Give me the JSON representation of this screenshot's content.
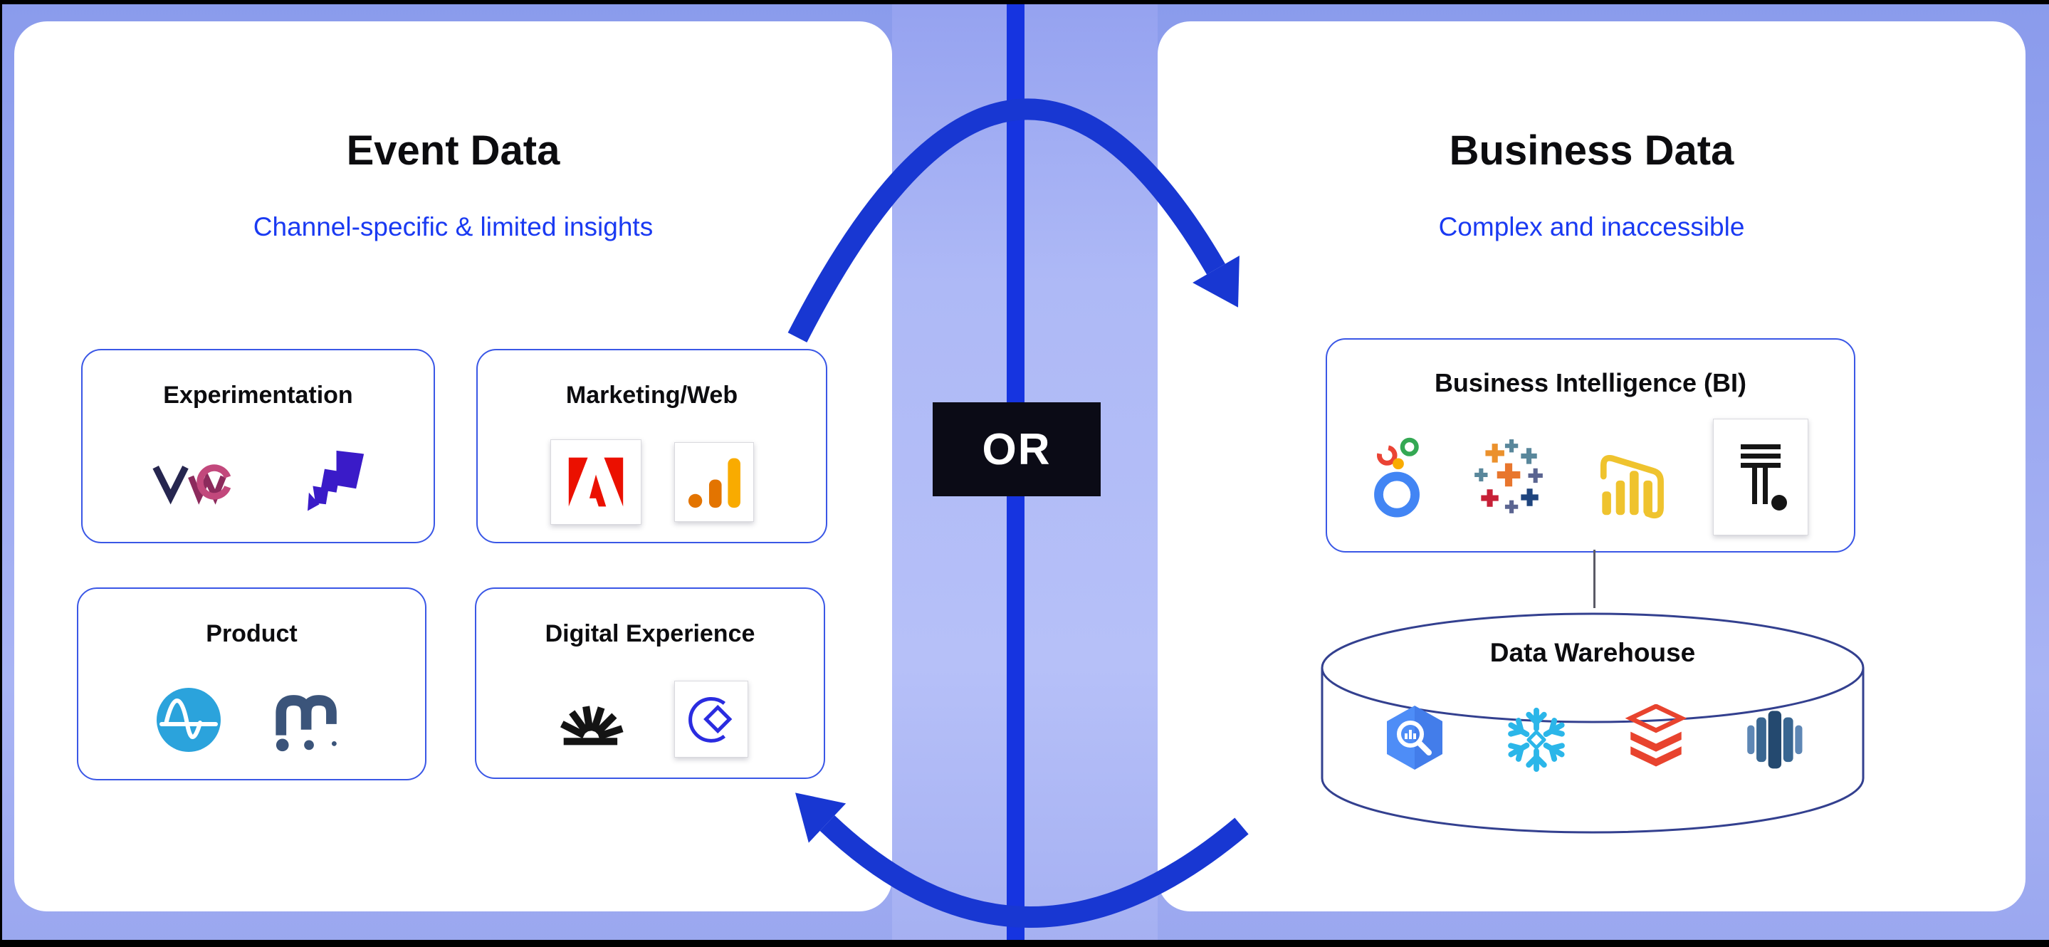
{
  "left_panel": {
    "title": "Event Data",
    "subtitle": "Channel-specific & limited insights",
    "cards": [
      {
        "label": "Experimentation",
        "logos": [
          "VWO",
          "Optimizely"
        ]
      },
      {
        "label": "Marketing/Web",
        "logos": [
          "Adobe",
          "Google Analytics"
        ]
      },
      {
        "label": "Product",
        "logos": [
          "Amplitude",
          "Mixpanel"
        ]
      },
      {
        "label": "Digital Experience",
        "logos": [
          "FullStory",
          "Contentsquare"
        ]
      }
    ]
  },
  "center": {
    "or_label": "OR"
  },
  "right_panel": {
    "title": "Business Data",
    "subtitle": "Complex and inaccessible",
    "bi_card": {
      "label": "Business Intelligence (BI)",
      "logos": [
        "Looker",
        "Tableau",
        "Power BI",
        "ThoughtSpot"
      ]
    },
    "data_warehouse": {
      "label": "Data Warehouse",
      "logos": [
        "BigQuery",
        "Snowflake",
        "Databricks",
        "Amazon Redshift"
      ]
    }
  },
  "colors": {
    "background": "#9aa7f0",
    "accent_blue": "#1837d2",
    "subtitle_blue": "#1a3af2",
    "card_border": "#3a57e6",
    "or_badge_bg": "#0b0b16"
  }
}
